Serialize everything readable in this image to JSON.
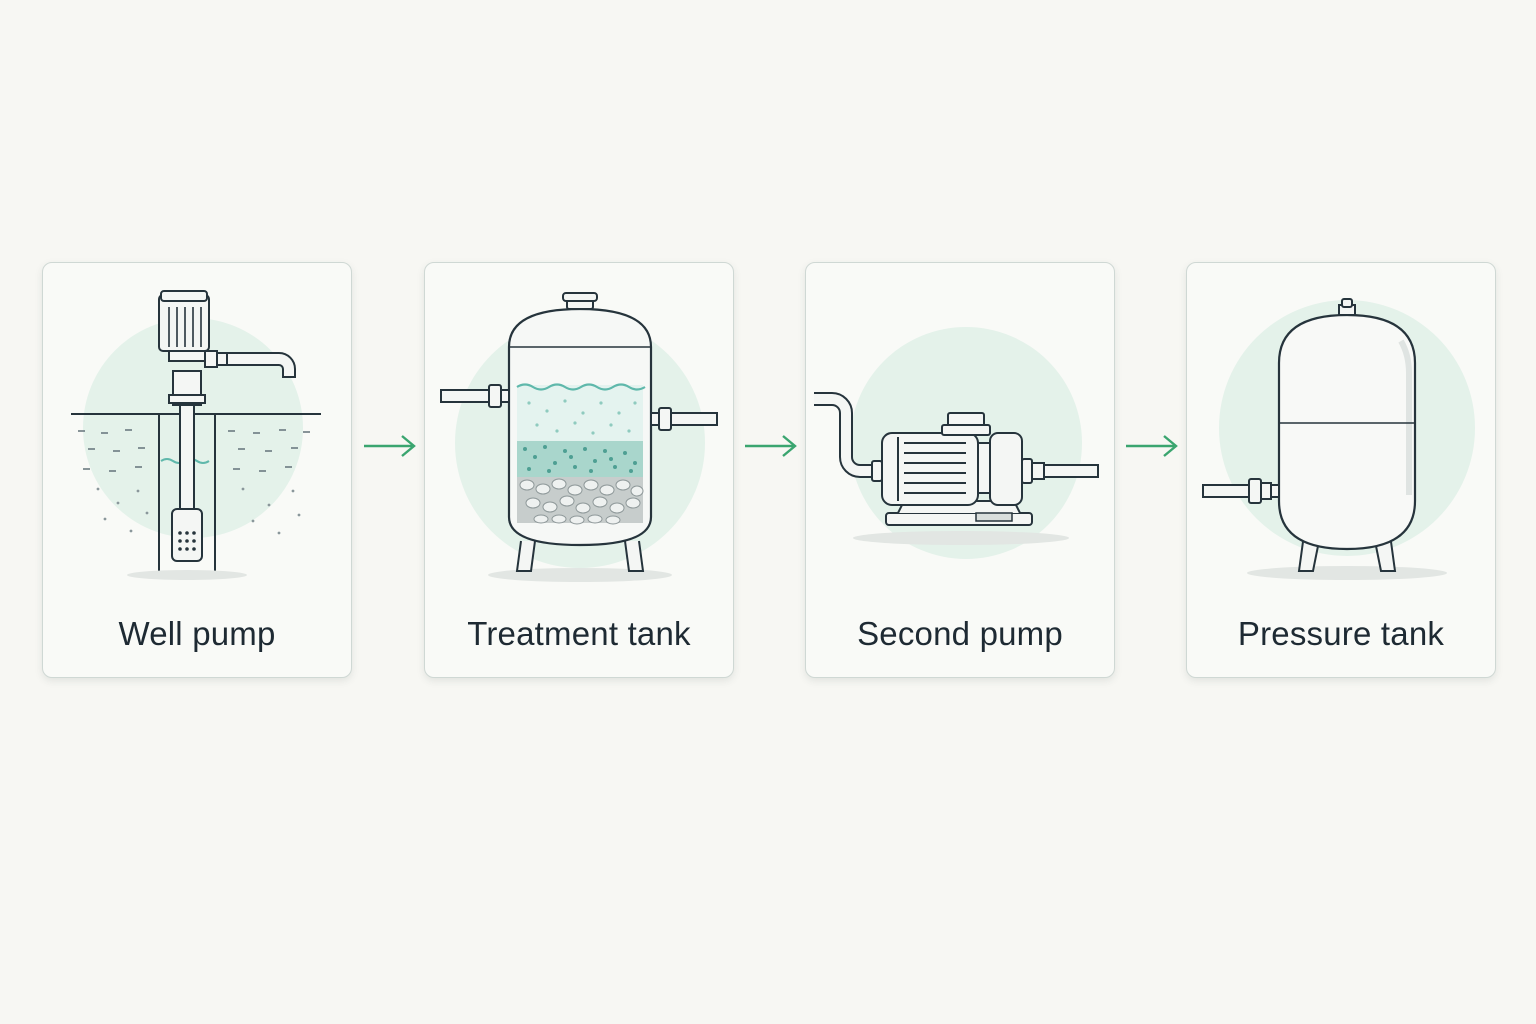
{
  "steps": [
    {
      "label": "Well pump",
      "icon": "well-pump-icon"
    },
    {
      "label": "Treatment tank",
      "icon": "treatment-tank-icon"
    },
    {
      "label": "Second pump",
      "icon": "centrifugal-pump-icon"
    },
    {
      "label": "Pressure tank",
      "icon": "pressure-tank-icon"
    }
  ],
  "connectors": [
    "arrow-right-icon",
    "arrow-right-icon",
    "arrow-right-icon"
  ],
  "colors": {
    "background": "#f7f7f3",
    "card_border": "#cfd8d4",
    "label_text": "#1e2a33",
    "line_art": "#26343c",
    "accent_halo": "#dcefe6",
    "water": "#5fb8ab",
    "arrow": "#3aa56f"
  }
}
